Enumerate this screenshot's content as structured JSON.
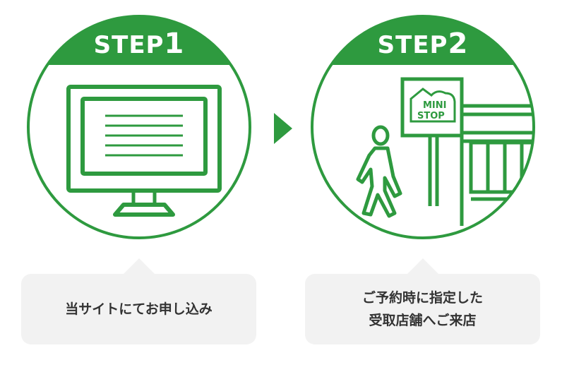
{
  "colors": {
    "accent": "#2e9a3f",
    "bubble_bg": "#f2f2f2",
    "text": "#333333"
  },
  "steps": [
    {
      "title": "STEP",
      "number": "1",
      "illustration": "computer-monitor-icon",
      "caption_lines": [
        "当サイトにてお申し込み"
      ]
    },
    {
      "title": "STEP",
      "number": "2",
      "illustration": "walking-to-store-icon",
      "store_sign_line1": "MINI",
      "store_sign_line2": "STOP",
      "caption_lines": [
        "ご予約時に指定した",
        "受取店舗へご来店"
      ]
    }
  ],
  "next_arrow": "arrow-right-icon"
}
